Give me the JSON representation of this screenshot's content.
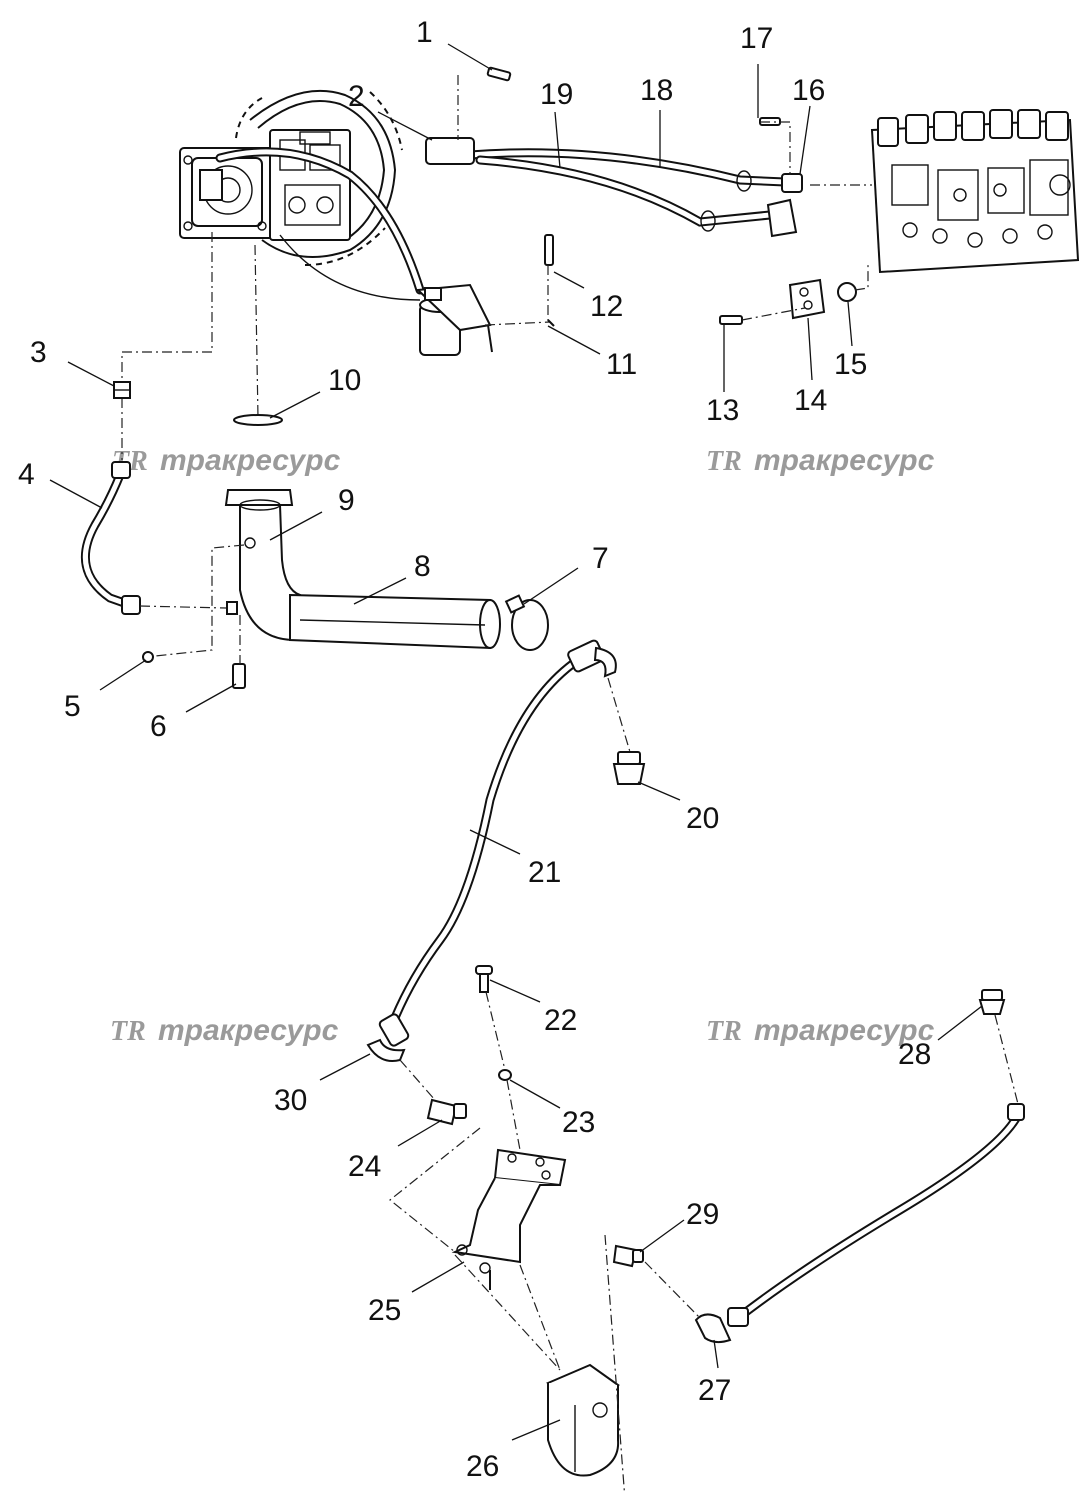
{
  "watermark": {
    "logo": "TR",
    "text": "тракресурс"
  },
  "callouts": [
    "1",
    "2",
    "3",
    "4",
    "5",
    "6",
    "7",
    "8",
    "9",
    "10",
    "11",
    "12",
    "13",
    "14",
    "15",
    "16",
    "17",
    "18",
    "19",
    "20",
    "21",
    "22",
    "23",
    "24",
    "25",
    "26",
    "27",
    "28",
    "29",
    "30"
  ],
  "colors": {
    "line": "#111111",
    "watermark": "#9a9a9a",
    "background": "#ffffff"
  }
}
